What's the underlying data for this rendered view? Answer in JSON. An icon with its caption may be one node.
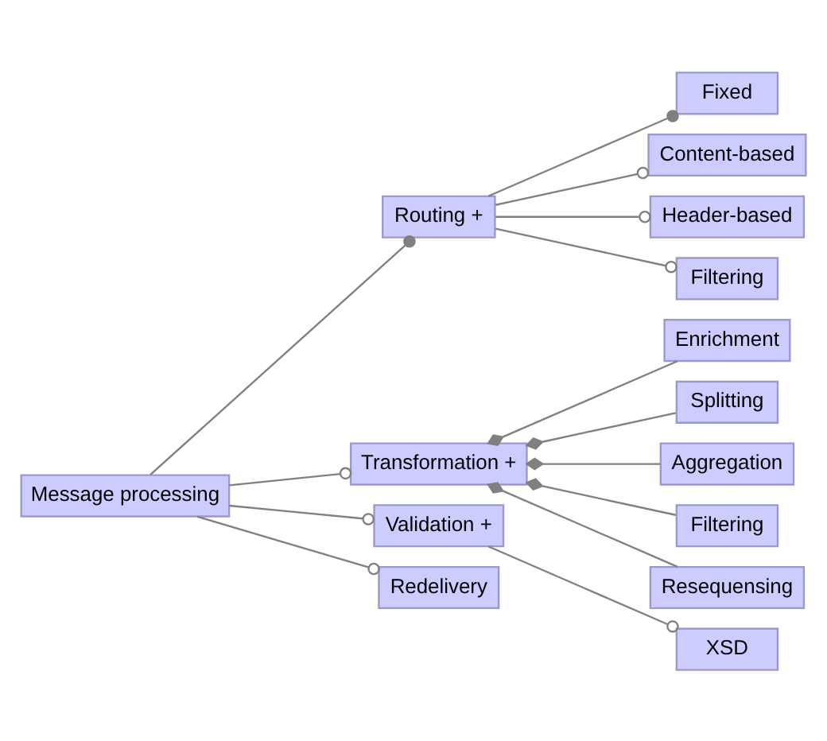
{
  "diagram": {
    "nodes": [
      {
        "text": [
          "Message processing"
        ]
      },
      {
        "text": [
          "Routing +"
        ]
      },
      {
        "text": [
          "Fixed"
        ]
      },
      {
        "text": [
          "Content-based"
        ]
      },
      {
        "text": [
          "Header-based"
        ]
      },
      {
        "text": [
          "Filtering"
        ]
      },
      {
        "text": [
          "Transformation +"
        ]
      },
      {
        "text": [
          "Enrichment"
        ]
      },
      {
        "text": [
          "Splitting"
        ]
      },
      {
        "text": [
          "Aggregation"
        ]
      },
      {
        "text": [
          "Filtering"
        ]
      },
      {
        "text": [
          "Resequensing"
        ]
      },
      {
        "text": [
          "Validation +"
        ]
      },
      {
        "text": [
          "XSD"
        ]
      },
      {
        "text": [
          "Redelivery"
        ]
      }
    ],
    "edges": [
      {
        "from": 0,
        "to": 1,
        "arrow": "other"
      },
      {
        "from": 1,
        "to": 2,
        "arrow": "other"
      },
      {
        "from": 1,
        "to": 3,
        "arrow": "other"
      },
      {
        "from": 1,
        "to": 4,
        "arrow": "other"
      },
      {
        "from": 1,
        "to": 5,
        "arrow": "other"
      },
      {
        "from": 0,
        "to": 6,
        "arrow": "other"
      },
      {
        "from": 6,
        "to": 7,
        "arrow": "other"
      },
      {
        "from": 6,
        "to": 8,
        "arrow": "other"
      },
      {
        "from": 6,
        "to": 9,
        "arrow": "other"
      },
      {
        "from": 6,
        "to": 10,
        "arrow": "other"
      },
      {
        "from": 6,
        "to": 11,
        "arrow": "other"
      },
      {
        "from": 0,
        "to": 12,
        "arrow": "other"
      },
      {
        "from": 12,
        "to": 13,
        "arrow": "other"
      },
      {
        "from": 0,
        "to": 14,
        "arrow": "other"
      }
    ]
  }
}
